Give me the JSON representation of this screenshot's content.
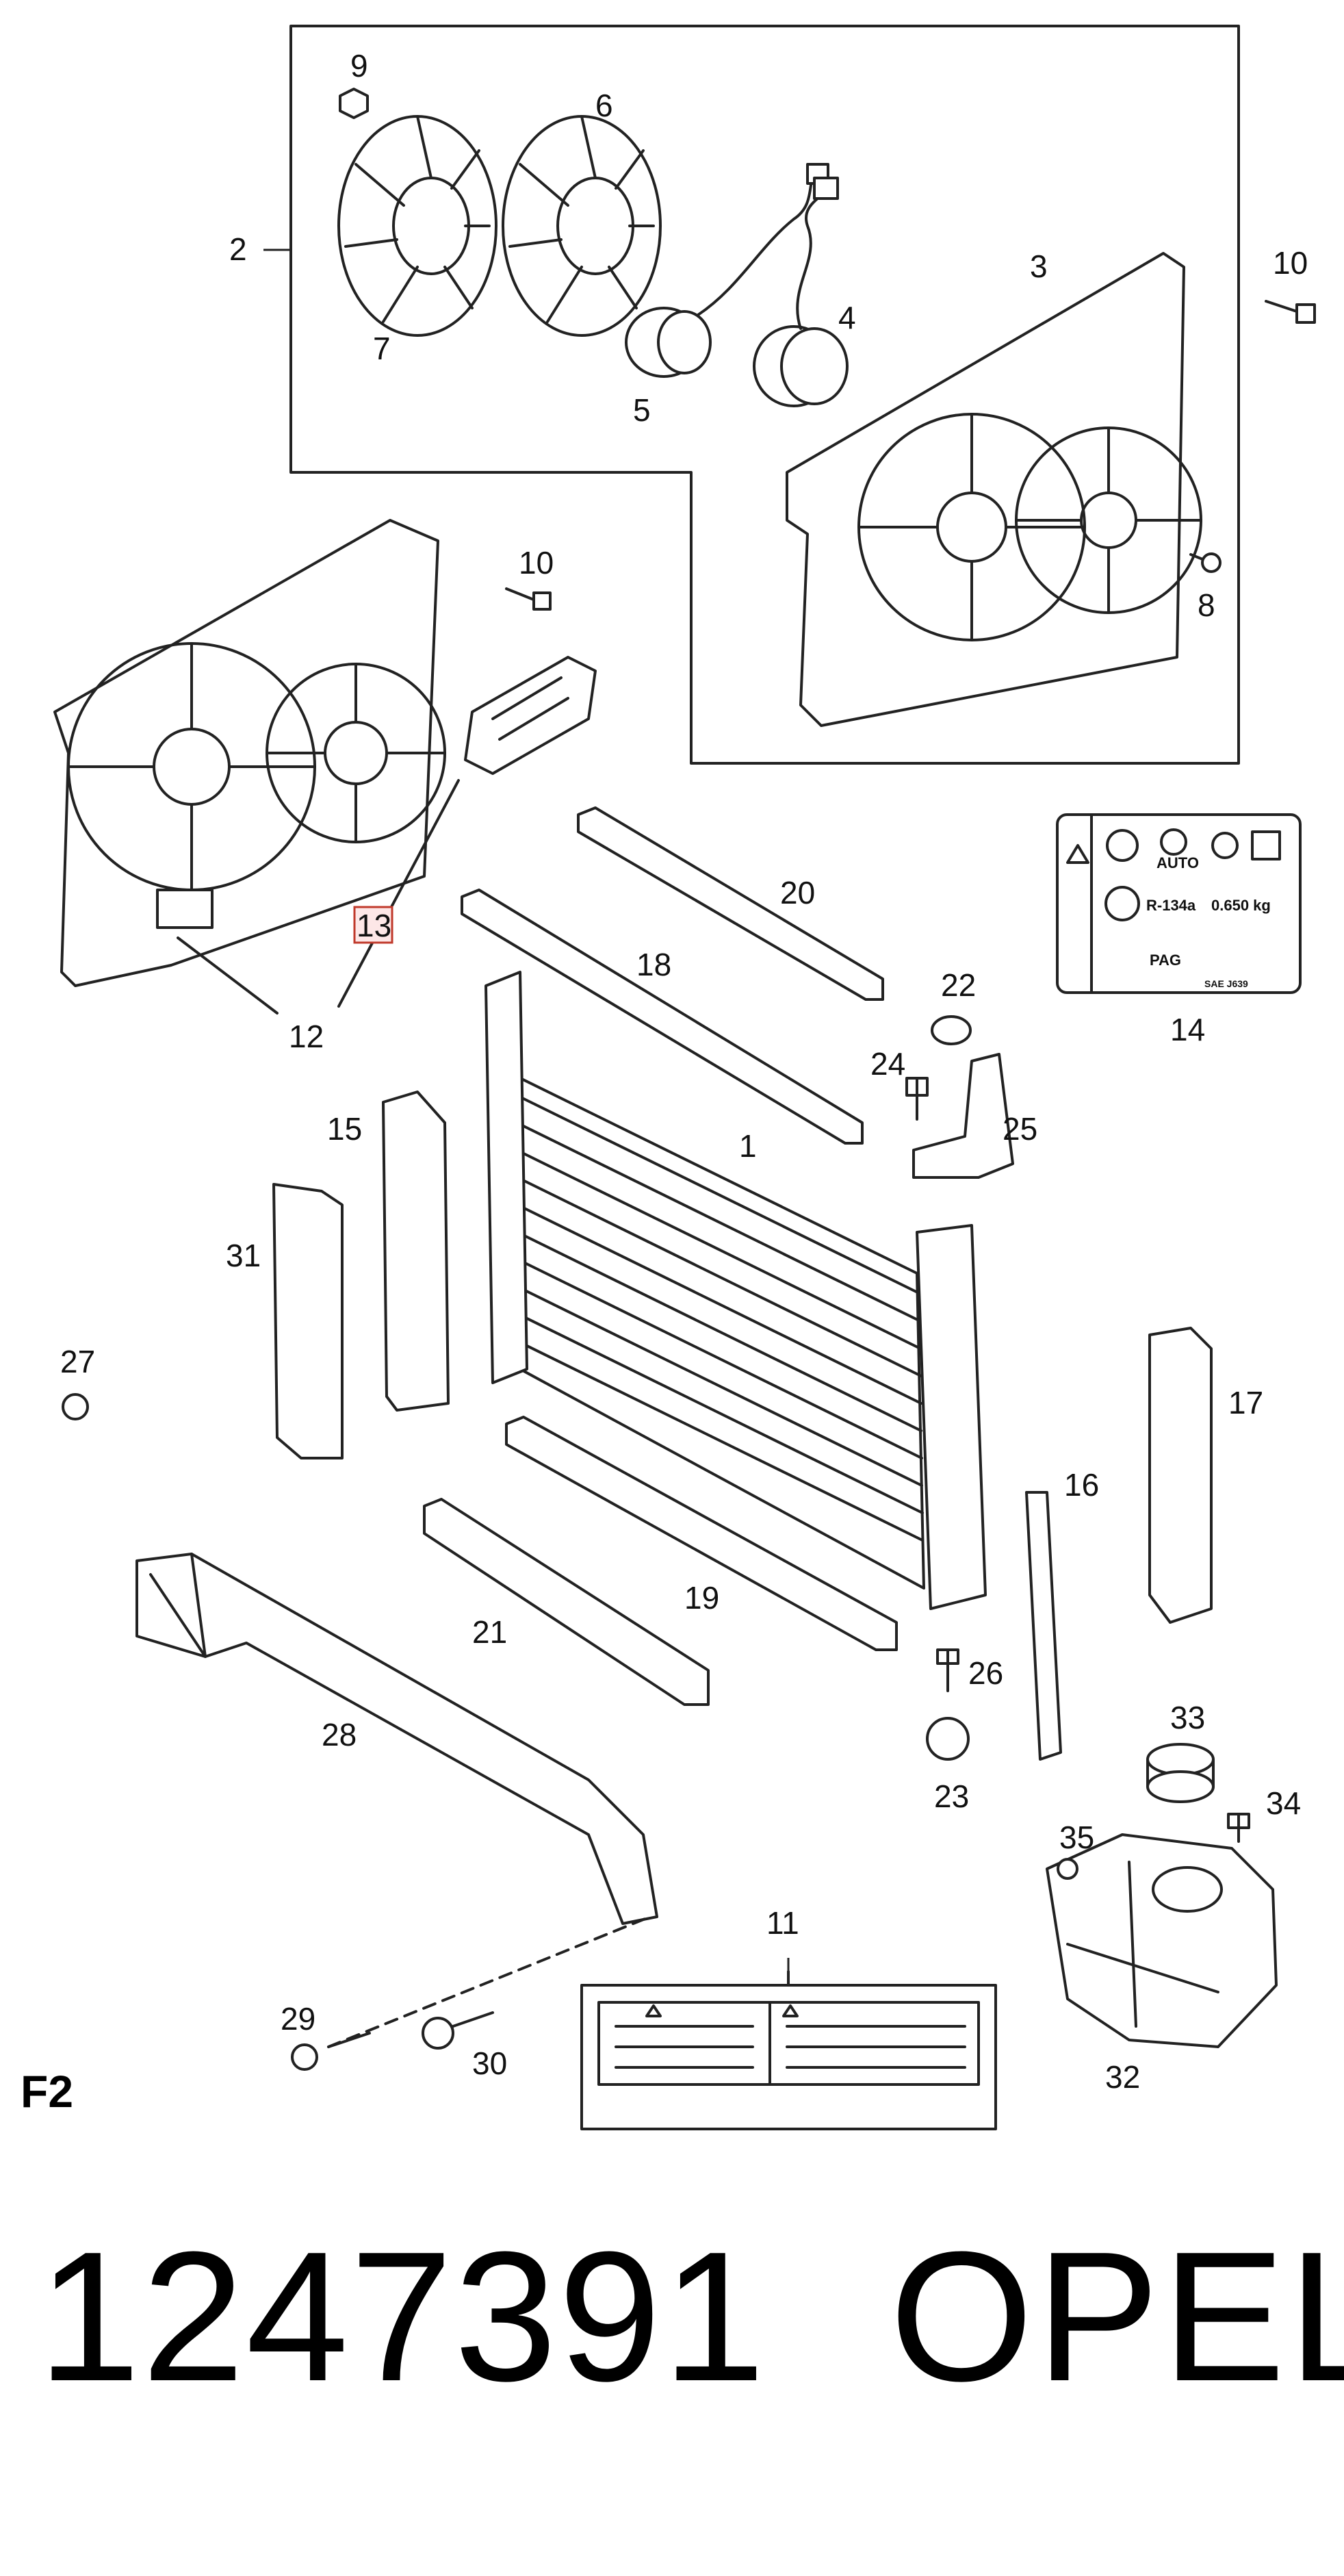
{
  "diagram": {
    "page_label": "F2",
    "highlighted_callout": "13",
    "highlight_color": "#c0392b",
    "callouts": [
      "1",
      "2",
      "3",
      "4",
      "5",
      "6",
      "7",
      "8",
      "9",
      "10",
      "10",
      "11",
      "12",
      "13",
      "14",
      "15",
      "16",
      "17",
      "18",
      "19",
      "20",
      "21",
      "22",
      "23",
      "24",
      "25",
      "26",
      "27",
      "28",
      "29",
      "30",
      "31",
      "32",
      "33",
      "34",
      "35"
    ],
    "label_14": {
      "refrigerant": "R-134a",
      "charge": "0.650 kg",
      "auto": "AUTO",
      "oil": "PAG",
      "standard": "SAE J639"
    }
  },
  "footer": {
    "part_number": "1247391",
    "brand": "OPEL"
  }
}
